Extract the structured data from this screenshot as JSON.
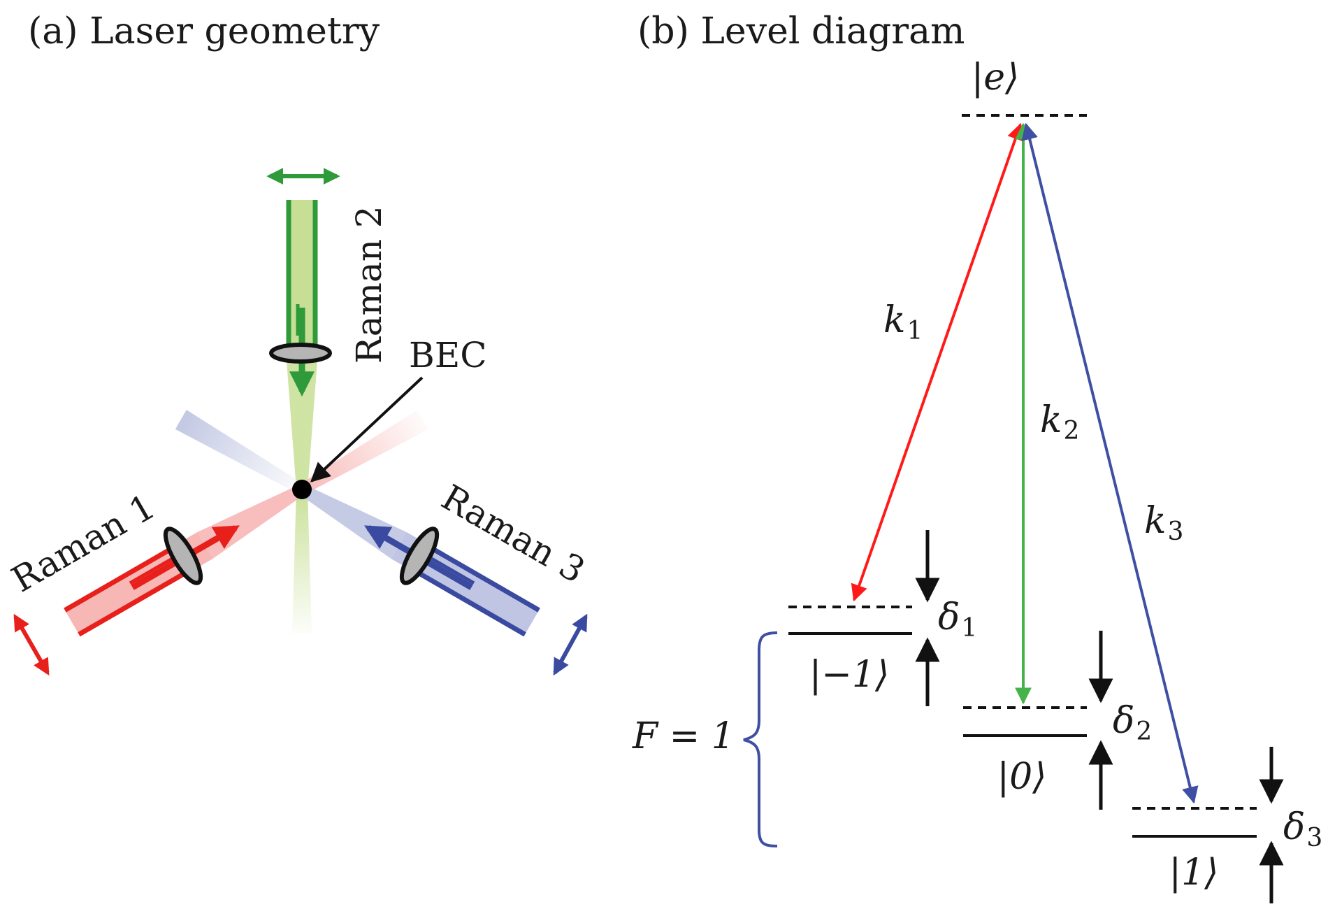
{
  "panel_a": {
    "title": "(a) Laser geometry",
    "labels": {
      "raman1": "Raman 1",
      "raman2": "Raman 2",
      "raman3": "Raman 3",
      "bec": "BEC"
    },
    "colors": {
      "raman1": "#e8201c",
      "raman2": "#2e9a3a",
      "raman3": "#3a4aa0",
      "raman1_light": "#f6b3b1",
      "raman2_light": "#c4dd8e",
      "raman3_light": "#bcc2e0"
    }
  },
  "panel_b": {
    "title": "(b) Level diagram",
    "states": {
      "excited": "|e⟩",
      "minus1": "|−1⟩",
      "zero": "|0⟩",
      "plus1": "|1⟩"
    },
    "wavevectors": {
      "k1": "k",
      "k1_sub": "1",
      "k2": "k",
      "k2_sub": "2",
      "k3": "k",
      "k3_sub": "3"
    },
    "detunings": {
      "d1": "δ",
      "d1_sub": "1",
      "d2": "δ",
      "d2_sub": "2",
      "d3": "δ",
      "d3_sub": "3"
    },
    "manifold": "F = 1",
    "colors": {
      "k1": "#ff1a1a",
      "k2": "#45b34a",
      "k3": "#3f4fa3",
      "brace": "#3f4fa3"
    }
  }
}
